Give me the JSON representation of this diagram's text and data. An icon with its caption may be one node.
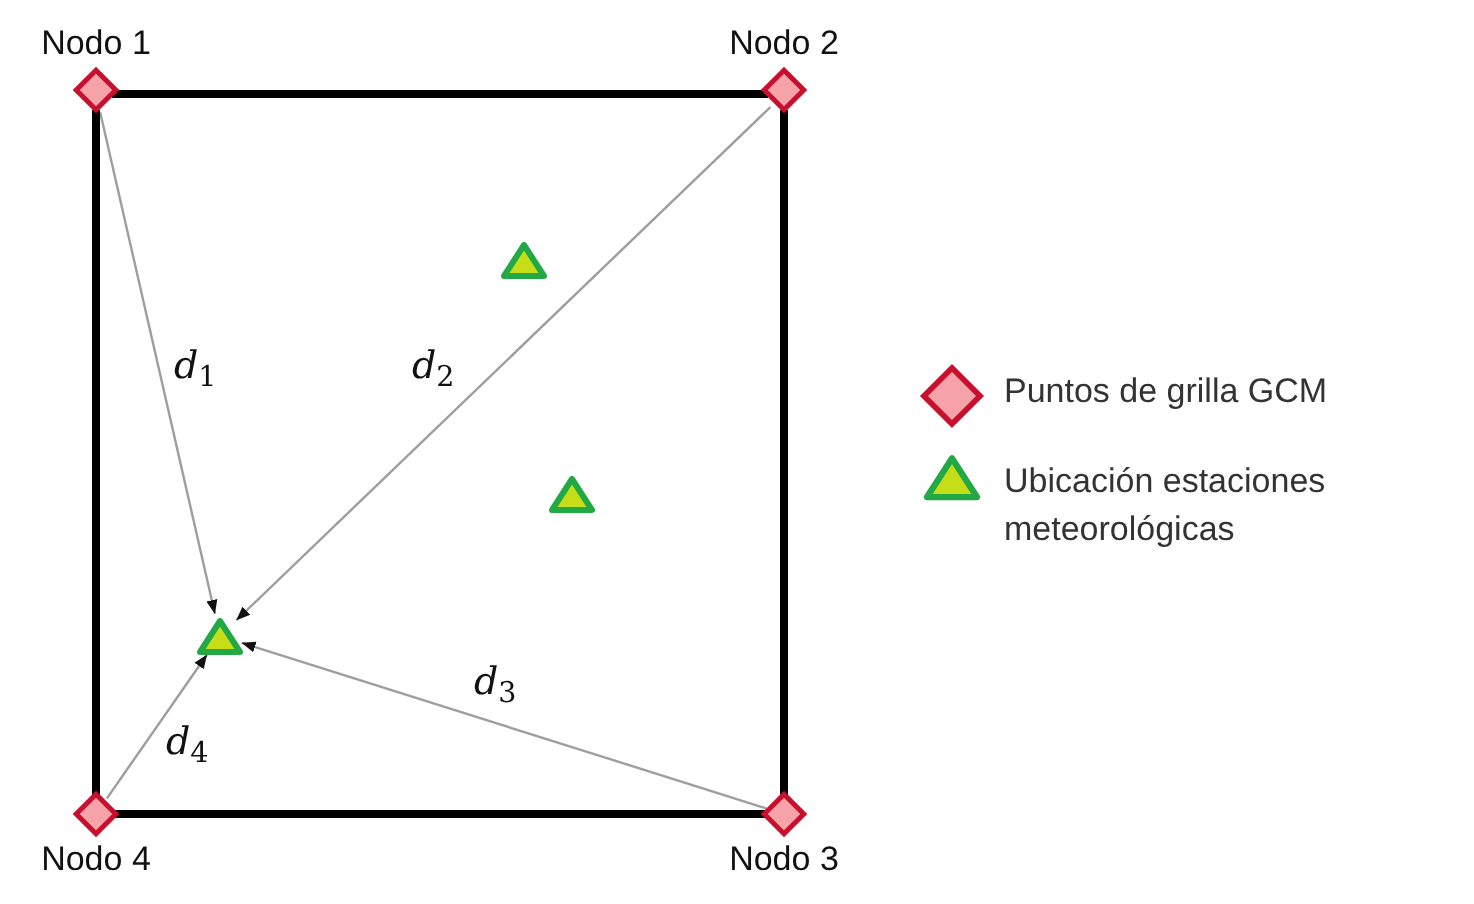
{
  "diagram": {
    "nodes": [
      {
        "text": [
          "Nodo 1"
        ]
      },
      {
        "text": [
          "Nodo 2"
        ]
      },
      {
        "text": [],
        "shape": "triangle"
      },
      {
        "text": [],
        "shape": "triangle"
      },
      {
        "text": [],
        "shape": "triangle"
      },
      {
        "text": [
          "Nodo 4"
        ]
      },
      {
        "text": [
          "Nodo 3"
        ]
      }
    ],
    "edges": [
      {
        "from": 0,
        "to": 4,
        "arrow": "to",
        "label": "*d*$_{1}$",
        "color": "#9e9e9e"
      },
      {
        "from": 1,
        "to": 4,
        "arrow": "to",
        "label": "*d*$_{2}$",
        "color": "#9e9e9e"
      },
      {
        "from": 6,
        "to": 4,
        "arrow": "to",
        "label": "*d*$_{3}$",
        "color": "#9e9e9e"
      },
      {
        "from": 5,
        "to": 4,
        "arrow": "to",
        "label": "*d*$_{4}$",
        "color": "#9e9e9e"
      },
      {
        "from": 0,
        "to": 1,
        "arrow": "none",
        "style": "thick",
        "color": "#000000"
      },
      {
        "from": 1,
        "to": 6,
        "arrow": "none",
        "style": "thick",
        "color": "#000000"
      },
      {
        "from": 6,
        "to": 5,
        "arrow": "none",
        "style": "thick",
        "color": "#000000"
      },
      {
        "from": 5,
        "to": 0,
        "arrow": "none",
        "style": "thick",
        "color": "#000000"
      }
    ],
    "legend": [
      {
        "text": "Puntos de grilla GCM"
      },
      {
        "text": "Ubicación estaciones meteorológicas"
      }
    ]
  }
}
